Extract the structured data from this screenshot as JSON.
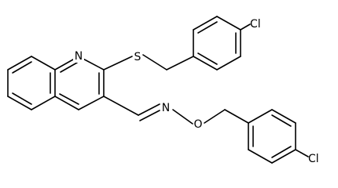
{
  "figure": {
    "type": "chemical-structure",
    "atom_labels": {
      "n_ring": "N",
      "s_thioether": "S",
      "cl_top": "Cl",
      "n_oxime": "N",
      "o_oxime": "O",
      "cl_bottom": "Cl"
    },
    "colors": {
      "bond": "#000000",
      "background": "#ffffff"
    }
  }
}
